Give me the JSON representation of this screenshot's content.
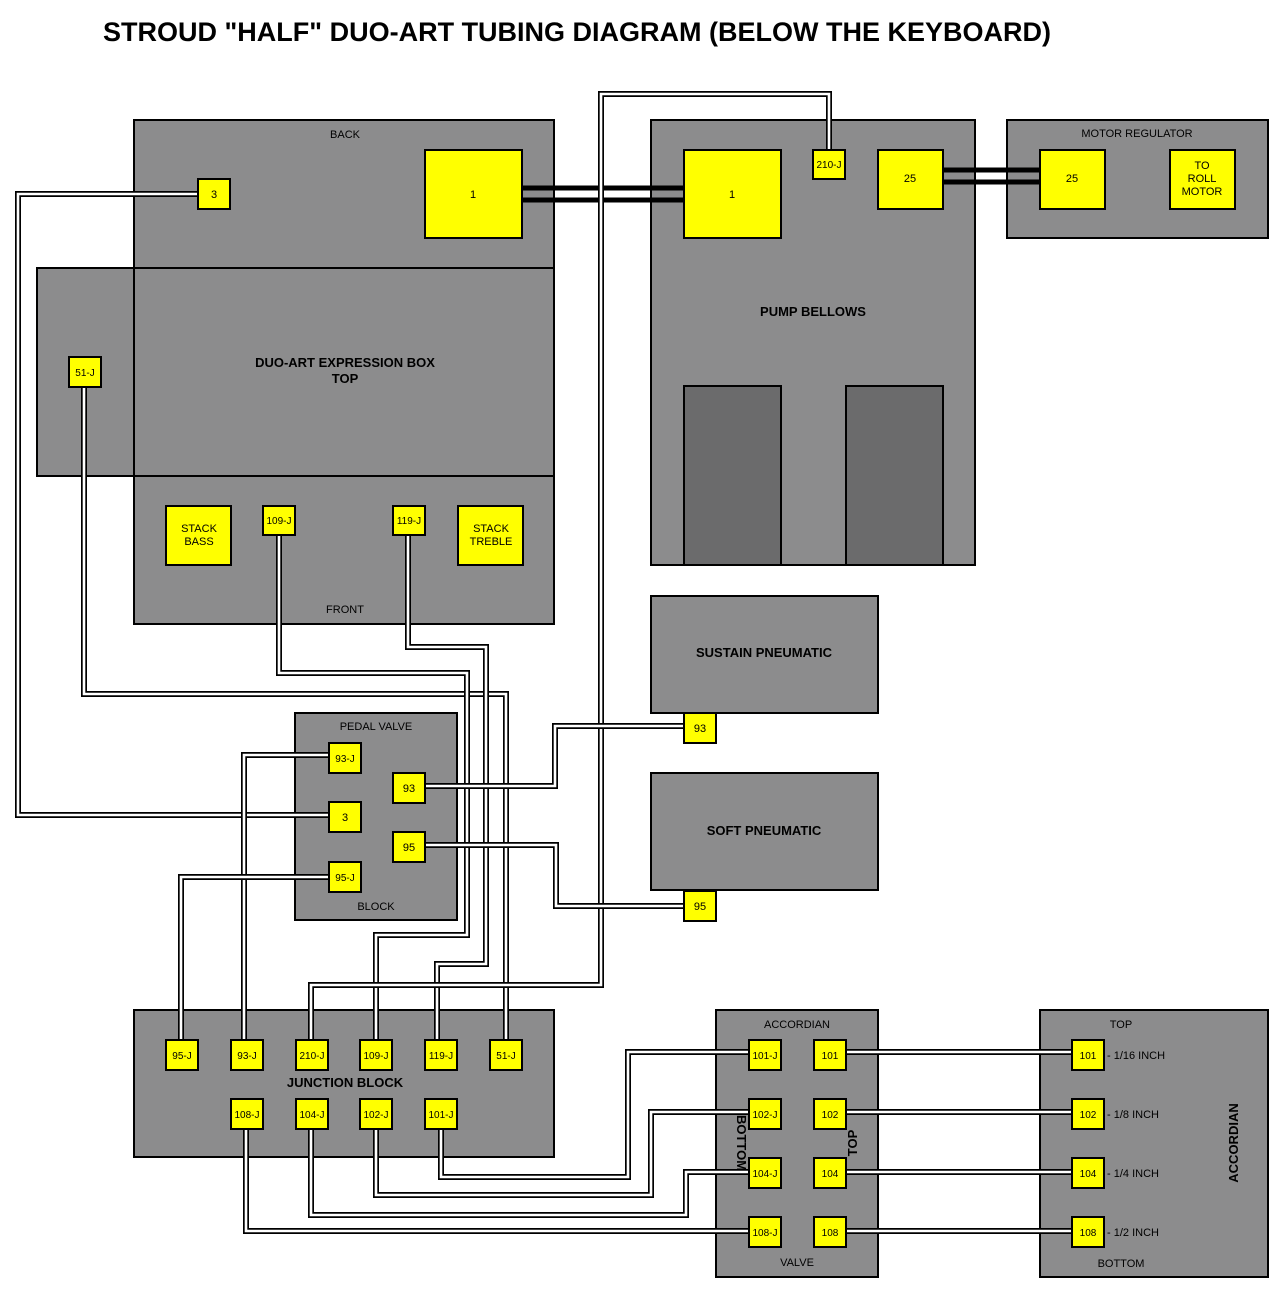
{
  "title": "STROUD \"HALF\" DUO-ART TUBING DIAGRAM (BELOW THE KEYBOARD)",
  "expression_box": {
    "back": "BACK",
    "top_line1": "DUO-ART EXPRESSION BOX",
    "top_line2": "TOP",
    "front": "FRONT",
    "port_3": "3",
    "port_1": "1",
    "port_51j": "51-J",
    "port_109j": "109-J",
    "port_119j": "119-J",
    "stack_bass_1": "STACK",
    "stack_bass_2": "BASS",
    "stack_treble_1": "STACK",
    "stack_treble_2": "TREBLE"
  },
  "pump_bellows": {
    "label": "PUMP BELLOWS",
    "port_1": "1",
    "port_210j": "210-J",
    "port_25": "25"
  },
  "motor_regulator": {
    "label": "MOTOR REGULATOR",
    "port_25": "25",
    "to_roll_1": "TO",
    "to_roll_2": "ROLL",
    "to_roll_3": "MOTOR"
  },
  "sustain": {
    "label": "SUSTAIN PNEUMATIC",
    "port": "93"
  },
  "soft": {
    "label": "SOFT PNEUMATIC",
    "port": "95"
  },
  "pedal_valve": {
    "label_top": "PEDAL VALVE",
    "label_bottom": "BLOCK",
    "port_93j": "93-J",
    "port_3": "3",
    "port_95j": "95-J",
    "port_93": "93",
    "port_95": "95"
  },
  "junction_block": {
    "label": "JUNCTION BLOCK",
    "top_row": [
      "95-J",
      "93-J",
      "210-J",
      "109-J",
      "119-J",
      "51-J"
    ],
    "bottom_row": [
      "108-J",
      "104-J",
      "102-J",
      "101-J"
    ]
  },
  "accordian_valve": {
    "label_top": "ACCORDIAN",
    "label_bottom": "VALVE",
    "side_left": "BOTTOM",
    "side_right": "TOP",
    "left_ports": [
      "101-J",
      "102-J",
      "104-J",
      "108-J"
    ],
    "right_ports": [
      "101",
      "102",
      "104",
      "108"
    ]
  },
  "accordian": {
    "label": "ACCORDIAN",
    "label_top": "TOP",
    "label_bottom": "BOTTOM",
    "ports": [
      "101",
      "102",
      "104",
      "108"
    ],
    "sizes": [
      "- 1/16 INCH",
      "- 1/8 INCH",
      "- 1/4 INCH",
      "- 1/2 INCH"
    ]
  },
  "colors": {
    "box": "#8c8c8d",
    "dark": "#6b6b6c",
    "port": "#ffff00",
    "tube": "#000000"
  }
}
